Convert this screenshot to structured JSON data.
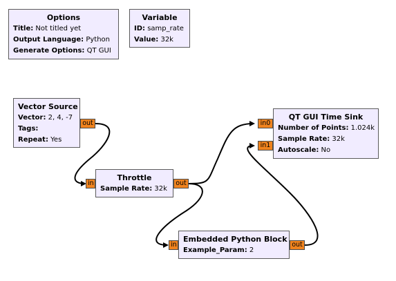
{
  "options_block": {
    "title": "Options",
    "params": [
      {
        "key": "Title:",
        "value": " Not titled yet"
      },
      {
        "key": "Output Language:",
        "value": " Python"
      },
      {
        "key": "Generate Options:",
        "value": " QT GUI"
      }
    ]
  },
  "variable_block": {
    "title": "Variable",
    "params": [
      {
        "key": "ID:",
        "value": " samp_rate"
      },
      {
        "key": "Value:",
        "value": " 32k"
      }
    ]
  },
  "vector_source_block": {
    "title": "Vector Source",
    "params": [
      {
        "key": "Vector:",
        "value": " 2, 4, -7"
      },
      {
        "key": "Tags:",
        "value": ""
      },
      {
        "key": "Repeat:",
        "value": " Yes"
      }
    ],
    "out_port": "out"
  },
  "throttle_block": {
    "title": "Throttle",
    "params": [
      {
        "key": "Sample Rate:",
        "value": " 32k"
      }
    ],
    "in_port": "in",
    "out_port": "out"
  },
  "time_sink_block": {
    "title": "QT GUI Time Sink",
    "params": [
      {
        "key": "Number of Points:",
        "value": " 1.024k"
      },
      {
        "key": "Sample Rate:",
        "value": " 32k"
      },
      {
        "key": "Autoscale:",
        "value": " No"
      }
    ],
    "in_ports": [
      "in0",
      "in1"
    ]
  },
  "embedded_python_block": {
    "title": "Embedded Python Block",
    "params": [
      {
        "key": "Example_Param:",
        "value": " 2"
      }
    ],
    "in_port": "in",
    "out_port": "out"
  },
  "colors": {
    "block_fill": "#f1ecff",
    "block_border": "#5a5a5a",
    "port_fill": "#f0831e",
    "wire": "#000000"
  }
}
